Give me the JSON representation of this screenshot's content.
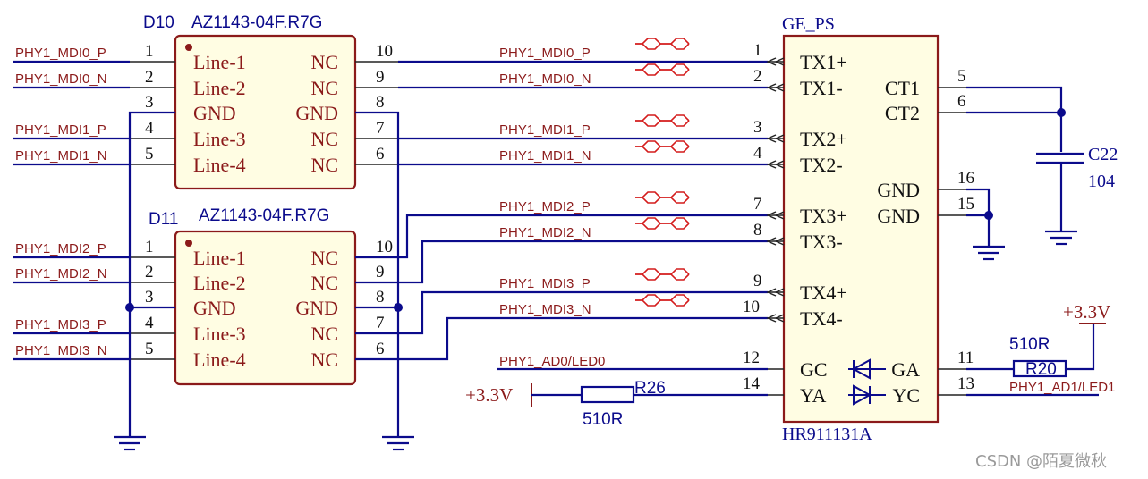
{
  "chips": {
    "d10": {
      "designator": "D10",
      "value": "AZ1143-04F.R7G",
      "left_pins": [
        {
          "num": "1",
          "label": "Line-1",
          "net": "PHY1_MDI0_P"
        },
        {
          "num": "2",
          "label": "Line-2",
          "net": "PHY1_MDI0_N"
        },
        {
          "num": "3",
          "label": "GND",
          "net": ""
        },
        {
          "num": "4",
          "label": "Line-3",
          "net": "PHY1_MDI1_P"
        },
        {
          "num": "5",
          "label": "Line-4",
          "net": "PHY1_MDI1_N"
        }
      ],
      "right_pins": [
        {
          "num": "10",
          "label": "NC"
        },
        {
          "num": "9",
          "label": "NC"
        },
        {
          "num": "8",
          "label": "GND"
        },
        {
          "num": "7",
          "label": "NC"
        },
        {
          "num": "6",
          "label": "NC"
        }
      ]
    },
    "d11": {
      "designator": "D11",
      "value": "AZ1143-04F.R7G",
      "left_pins": [
        {
          "num": "1",
          "label": "Line-1",
          "net": "PHY1_MDI2_P"
        },
        {
          "num": "2",
          "label": "Line-2",
          "net": "PHY1_MDI2_N"
        },
        {
          "num": "3",
          "label": "GND",
          "net": ""
        },
        {
          "num": "4",
          "label": "Line-3",
          "net": "PHY1_MDI3_P"
        },
        {
          "num": "5",
          "label": "Line-4",
          "net": "PHY1_MDI3_N"
        }
      ],
      "right_pins": [
        {
          "num": "10",
          "label": "NC"
        },
        {
          "num": "9",
          "label": "NC"
        },
        {
          "num": "8",
          "label": "GND"
        },
        {
          "num": "7",
          "label": "NC"
        },
        {
          "num": "6",
          "label": "NC"
        }
      ]
    }
  },
  "connector": {
    "designator": "GE_PS",
    "value": "HR911131A",
    "left_pins": [
      {
        "num": "1",
        "label": "TX1+",
        "net": "PHY1_MDI0_P"
      },
      {
        "num": "2",
        "label": "TX1-",
        "net": "PHY1_MDI0_N"
      },
      {
        "num": "3",
        "label": "TX2+",
        "net": "PHY1_MDI1_P"
      },
      {
        "num": "4",
        "label": "TX2-",
        "net": "PHY1_MDI1_N"
      },
      {
        "num": "7",
        "label": "TX3+",
        "net": "PHY1_MDI2_P"
      },
      {
        "num": "8",
        "label": "TX3-",
        "net": "PHY1_MDI2_N"
      },
      {
        "num": "9",
        "label": "TX4+",
        "net": "PHY1_MDI3_P"
      },
      {
        "num": "10",
        "label": "TX4-",
        "net": "PHY1_MDI3_N"
      },
      {
        "num": "12",
        "label": "GC",
        "net": "PHY1_AD0/LED0"
      },
      {
        "num": "14",
        "label": "YA",
        "net": ""
      }
    ],
    "right_pins": [
      {
        "num": "5",
        "label": "CT1"
      },
      {
        "num": "6",
        "label": "CT2"
      },
      {
        "num": "16",
        "label": "GND"
      },
      {
        "num": "15",
        "label": "GND"
      },
      {
        "num": "11",
        "label": "GA"
      },
      {
        "num": "13",
        "label": "YC",
        "net": "PHY1_AD1/LED1"
      }
    ]
  },
  "capacitor": {
    "designator": "C22",
    "value": "104"
  },
  "resistors": [
    {
      "designator": "R26",
      "value": "510R",
      "supply": "+3.3V"
    },
    {
      "designator": "R20",
      "value": "510R",
      "supply": "+3.3V"
    }
  ],
  "watermark": "CSDN @陌夏微秋",
  "colors": {
    "wire": "#0b0b8c",
    "component": "#8b1a1a",
    "component_fill": "#fffde3",
    "crossover_mark": "#d41c1c"
  },
  "icons": [
    "ground-icon",
    "power-port-icon",
    "led-diode-icon",
    "differential-pair-icon",
    "net-junction-icon"
  ]
}
